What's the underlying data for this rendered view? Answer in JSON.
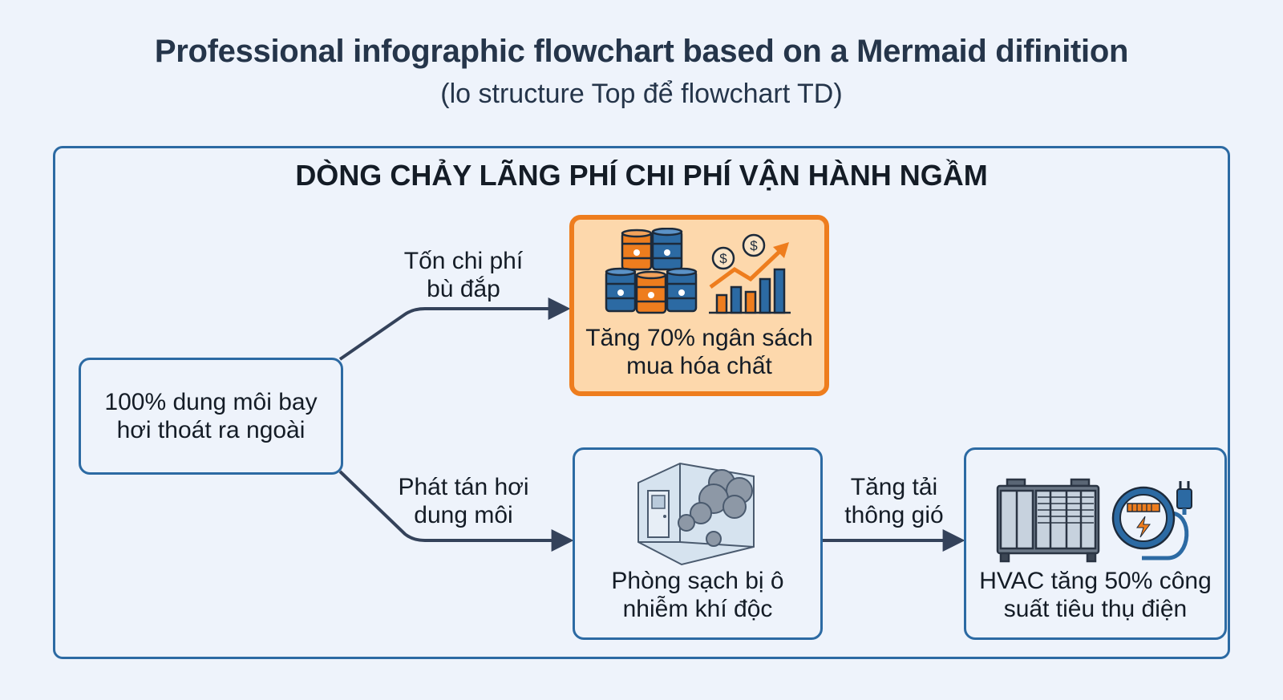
{
  "header": {
    "title": "Professional infographic flowchart based on a Mermaid difinition",
    "subtitle": "(lo structure Top để flowchart TD)"
  },
  "diagram": {
    "title": "DÒNG CHẢY LÃNG PHÍ CHI PHÍ VẬN HÀNH NGẦM",
    "nodes": {
      "start": "100% dung môi bay\nhơi thoát ra ngoài",
      "chemical": "Tăng 70% ngân sách\nmua hóa chất",
      "cleanroom": "Phòng sạch bị ô\nnhiễm khí độc",
      "hvac": "HVAC tăng 50% công\nsuất tiêu thụ điện"
    },
    "edges": {
      "to_chemical": "Tốn chi phí\nbù đắp",
      "to_cleanroom": "Phát tán hơi\ndung môi",
      "to_hvac": "Tăng tải\nthông gió"
    },
    "icons": {
      "chemical_left": "barrels-icon",
      "chemical_right": "cost-chart-icon",
      "cleanroom": "contaminated-room-icon",
      "hvac_left": "hvac-unit-icon",
      "hvac_right": "power-meter-icon"
    },
    "colors": {
      "border": "#2c6aa3",
      "edge": "#34425a",
      "highlight_fill": "#fdd8ac",
      "highlight_border": "#ee7d1e",
      "background": "#eef3fb"
    }
  }
}
